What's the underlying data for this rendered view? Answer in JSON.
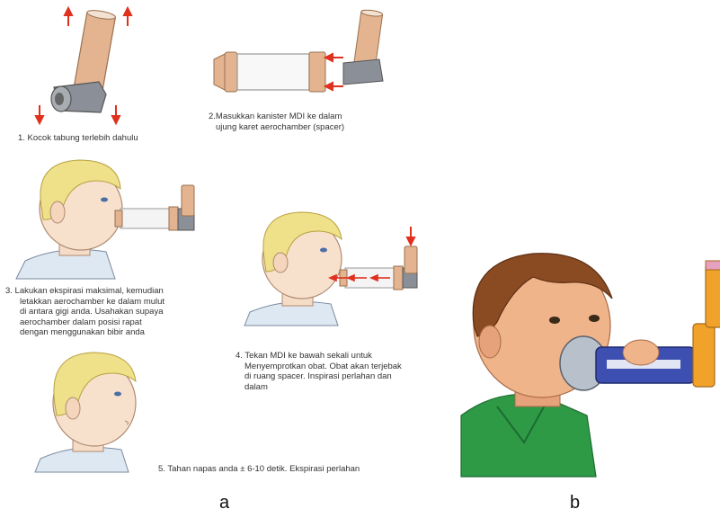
{
  "panels": {
    "a_label": "a",
    "b_label": "b"
  },
  "steps": [
    {
      "lines": [
        "1. Kocok tabung terlebih dahulu"
      ]
    },
    {
      "lines": [
        "2.Masukkan kanister MDI ke dalam",
        "ujung karet aerochamber (spacer)"
      ]
    },
    {
      "lines": [
        "3. Lakukan ekspirasi maksimal, kemudian",
        "letakkan aerochamber ke dalam mulut",
        "di antara gigi anda. Usahakan supaya",
        "aerochamber dalam posisi rapat",
        "dengan menggunakan bibir anda"
      ]
    },
    {
      "lines": [
        "4. Tekan MDI ke bawah sekali untuk",
        "Menyemprotkan obat. Obat akan terjebak",
        "di ruang spacer. Inspirasi perlahan dan",
        "dalam"
      ]
    },
    {
      "lines": [
        "5. Tahan napas anda ± 6-10 detik. Ekspirasi perlahan"
      ]
    }
  ],
  "colors": {
    "inhaler_tan": "#e3b48f",
    "mouthpiece_gray": "#8b8f97",
    "spacer_blue": "#3d4fb0",
    "inhaler_orange": "#f0a22a",
    "shirt_green": "#2e9a46",
    "hair_blond": "#efe08a",
    "hair_brown": "#8a4a22",
    "arrow_red": "#e0301e"
  },
  "icons": [
    "inhaler-shake-illustration",
    "spacer-insert-illustration",
    "child-spacer-illustration",
    "child-press-illustration",
    "child-hold-breath-illustration",
    "child-mask-spacer-illustration"
  ]
}
